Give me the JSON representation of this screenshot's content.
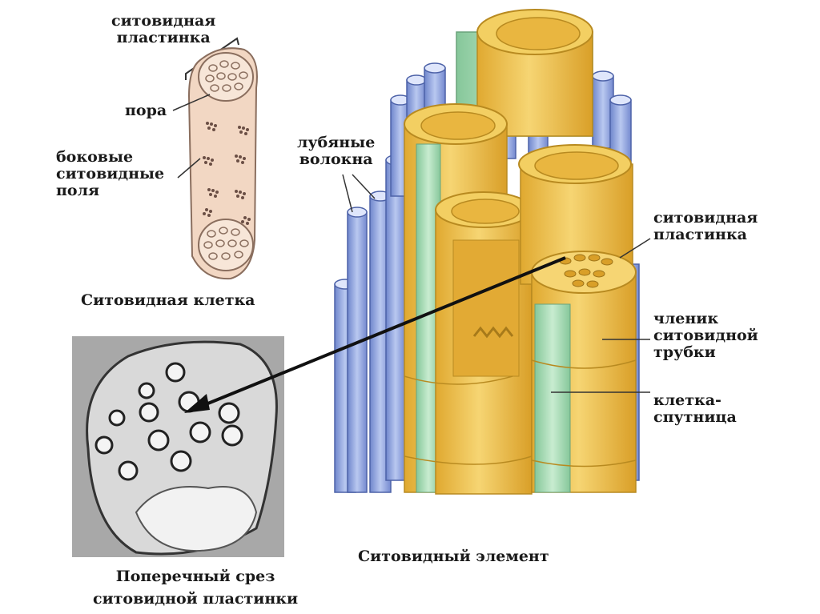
{
  "labels": {
    "sieve_plate_top": "ситовидная\nпластинка",
    "pore": "пора",
    "lateral_fields": "боковые\nситовидные\nполя",
    "sieve_cell_caption": "Ситовидная клетка",
    "bast_fibers": "лубяные\nволокна",
    "sieve_plate_right": "ситовидная\nпластинка",
    "sieve_tube_member": "членик\nситовидной\nтрубки",
    "companion_cell": "клетка-\nспутница",
    "sieve_element_caption": "Ситовидный элемент",
    "cross_section_caption": "Поперечный срез\nситовидной пластинки"
  },
  "colors": {
    "cell_fill": "#f2d7c3",
    "cell_outline": "#8a6e5e",
    "fiber_blue": "#8fa6e0",
    "tube_yellow": "#f0c24a",
    "tube_green": "#a9dbb5",
    "micrograph_bg": "#9a9a9a"
  }
}
